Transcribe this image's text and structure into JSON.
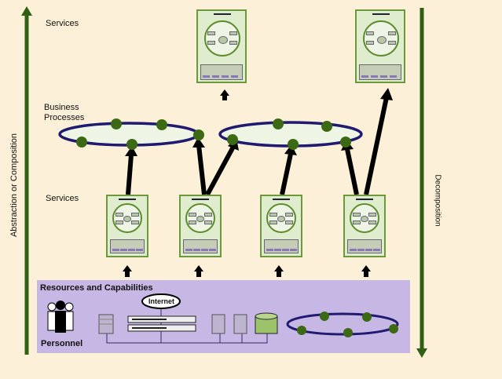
{
  "labels": {
    "services_top": "Services",
    "business_processes": "Business Processes",
    "services_mid": "Services",
    "resources": "Resources and Capabilities",
    "internet": "Internet",
    "personnel": "Personnel",
    "left_axis": "Abstraction or Composition",
    "right_axis": "Decomposition"
  },
  "colors": {
    "background": "#fdf0d8",
    "axis_green": "#2f5f12",
    "node_green": "#3c6a14",
    "ring_navy": "#201a70",
    "ring_fill": "#eef5e4",
    "resources_bg": "#c7b7e4",
    "card_border": "#6c9a3a"
  },
  "service_cards": {
    "top_count": 2,
    "mid_count": 4
  }
}
